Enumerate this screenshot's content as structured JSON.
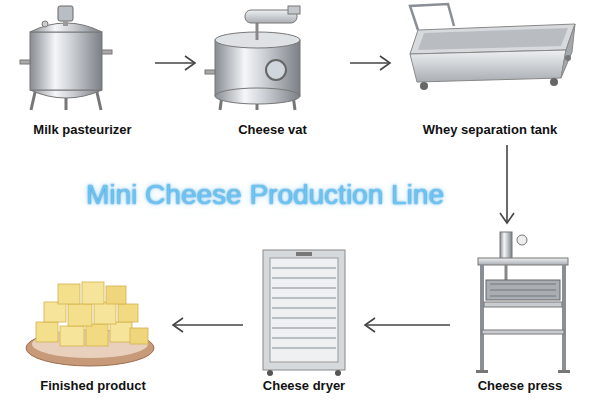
{
  "diagram": {
    "title": "Mini Cheese Production Line",
    "nodes": [
      {
        "text": [
          "Milk pasteurizer"
        ]
      },
      {
        "text": [
          "Cheese vat"
        ]
      },
      {
        "text": [
          "Whey separation tank"
        ]
      },
      {
        "text": [
          "Cheese press"
        ]
      },
      {
        "text": [
          "Cheese dryer"
        ]
      },
      {
        "text": [
          "Finished product"
        ]
      }
    ],
    "edges": [
      {
        "from": 0,
        "to": 1,
        "arrow": "to"
      },
      {
        "from": 1,
        "to": 2,
        "arrow": "to"
      },
      {
        "from": 2,
        "to": 3,
        "arrow": "to"
      },
      {
        "from": 3,
        "to": 4,
        "arrow": "to"
      },
      {
        "from": 4,
        "to": 5,
        "arrow": "to"
      }
    ]
  }
}
